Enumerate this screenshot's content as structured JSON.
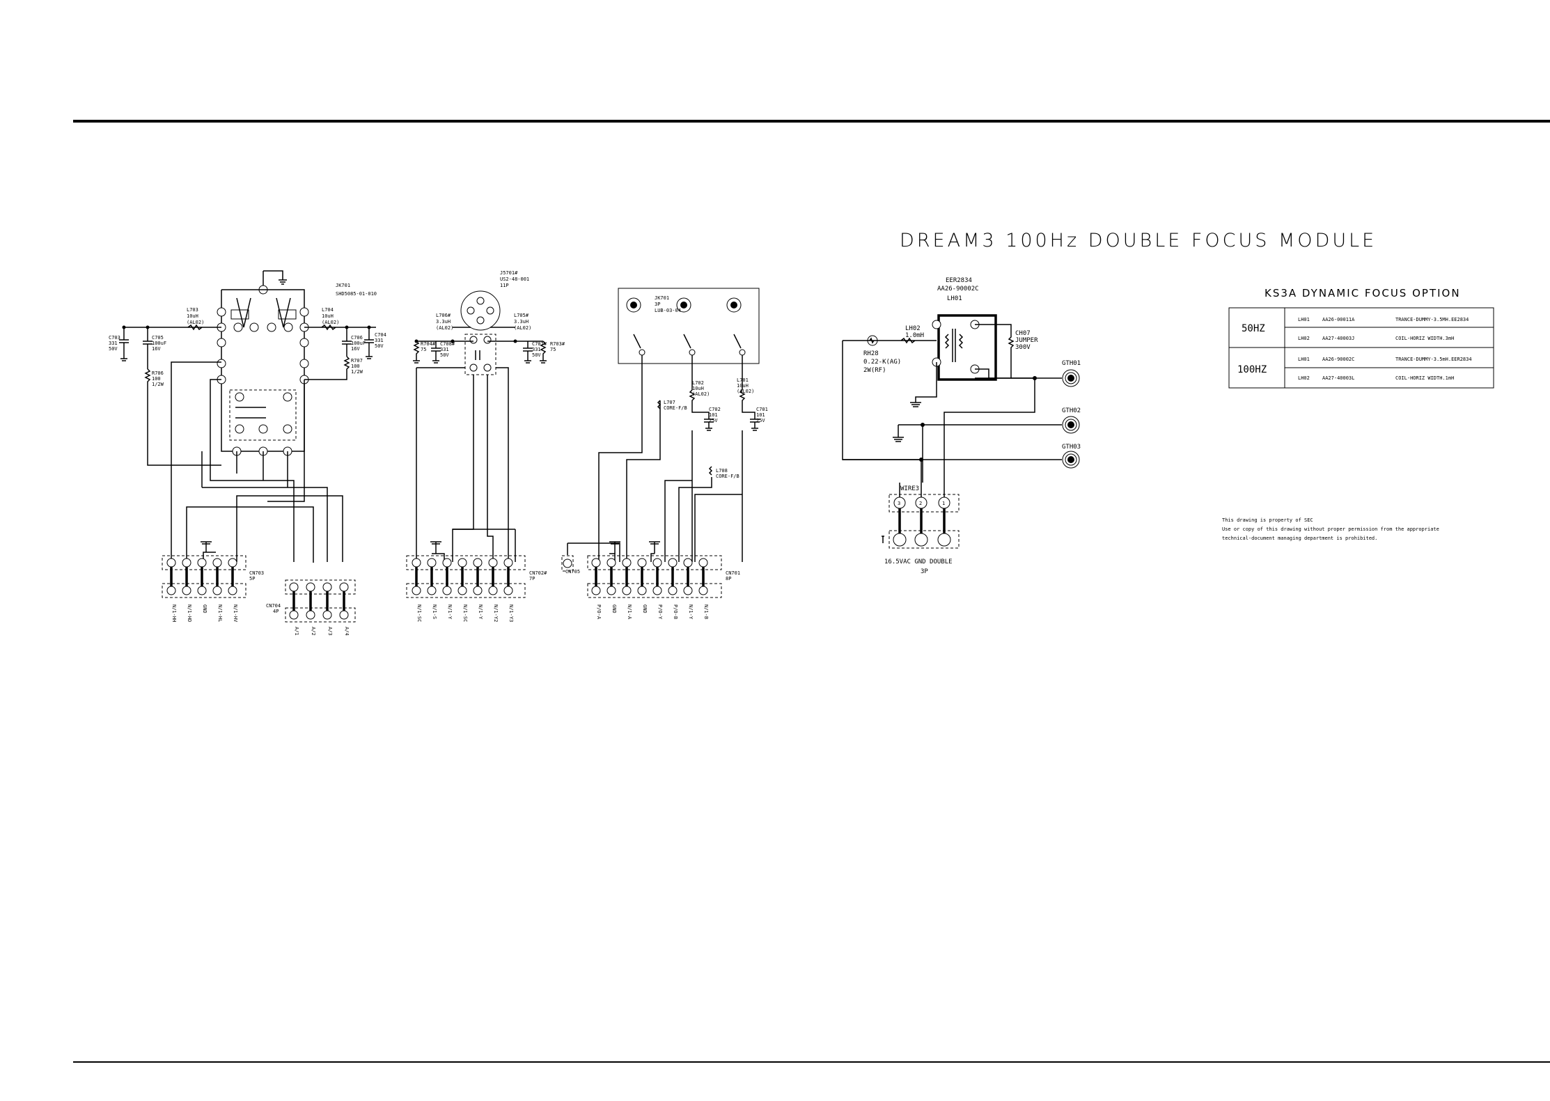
{
  "title": "DREAM3 100Hz DOUBLE FOCUS MODULE",
  "option_table": {
    "title": "KS3A DYNAMIC FOCUS OPTION",
    "rows": [
      {
        "freq": "50HZ",
        "lines": [
          {
            "ref": "LH01",
            "part": "AA26-00011A",
            "desc": "TRANCE-DUMMY-3.5MH.EE2834"
          },
          {
            "ref": "LH02",
            "part": "AA27-40003J",
            "desc": "COIL-HORIZ WIDTH.3mH"
          }
        ]
      },
      {
        "freq": "100HZ",
        "lines": [
          {
            "ref": "LH01",
            "part": "AA26-90002C",
            "desc": "TRANCE-DUMMY-3.5mH.EER2834"
          },
          {
            "ref": "LH02",
            "part": "AA27-40003L",
            "desc": "COIL-HORIZ WIDTH.1mH"
          }
        ]
      }
    ]
  },
  "notice": [
    "This drawing is property of SEC",
    "Use or copy of this drawing without proper permission from the appropriate",
    "technical-document managing department is prohibited."
  ],
  "labels": {
    "jk701": "JK701",
    "jk701_part": "SHD5085-01-010",
    "l703": "L703",
    "l703_v": "10uH",
    "l703_p": "(AL02)",
    "l704": "L704",
    "l704_v": "10uH",
    "l704_p": "(AL02)",
    "c703": "C703",
    "c703_v": "331",
    "c703_r": "50V",
    "c705": "C705",
    "c705_v": "100uF",
    "c705_r": "16V",
    "c706": "C706",
    "c706_v": "100uF",
    "c706_r": "16V",
    "c704": "C704",
    "c704_v": "331",
    "c704_r": "50V",
    "r706": "R706",
    "r706_v": "100",
    "r706_p": "1/2W",
    "r707": "R707",
    "r707_v": "100",
    "r707_p": "1/2W",
    "cn703": "CN703",
    "cn703_p": "5P",
    "cn704": "CN704",
    "cn704_p": "4P",
    "j5701": "J5701#",
    "j5701_part": "US2-48-001",
    "j5701_p": "11P",
    "l706": "L706#",
    "l706_v": "3.3uH",
    "l706_p": "(AL02)",
    "l705": "L705#",
    "l705_v": "3.3uH",
    "l705_p": "(AL02)",
    "r704": "R704#",
    "r704_v": "75",
    "r703": "R703#",
    "r703_v": "75",
    "c708": "C708#",
    "c708_v": "331",
    "c708_r": "50V",
    "c707": "C707#",
    "c707_v": "331",
    "c707_r": "50V",
    "cn702": "CN702#",
    "cn702_p": "7P",
    "jk701b": "JK701",
    "jk701b_p": "3P",
    "jk701b_part": "LUB-03-04",
    "l702": "L702",
    "l702_v": "10uH",
    "l702_p": "(AL02)",
    "l701": "L701",
    "l701_v": "10uH",
    "l701_p": "(AL02)",
    "c702": "C702",
    "c702_v": "101",
    "c702_r": "25V",
    "c701": "C701",
    "c701_v": "101",
    "c701_r": "25V",
    "l707": "L707",
    "l707_v": "CORE-F/B",
    "l708": "L708",
    "l708_v": "CORE-F/B",
    "cn705": "CN705",
    "cn701": "CN701",
    "cn701_p": "8P",
    "eer": "EER2834",
    "eer_part": "AA26-90002C",
    "lh01": "LH01",
    "lh02": "LH02",
    "lh02_v": "1.0mH",
    "ch07": "CH07",
    "ch07_v": "JUMPER",
    "ch07_r": "300V",
    "rh28": "RH28",
    "rh28_v": "0.22-K(AG)",
    "rh28_p": "2W(RF)",
    "gth01": "GTH01",
    "gth02": "GTH02",
    "gth03": "GTH03",
    "wire3": "WIRE3",
    "wire3_pins": "16.5VAC  GND  DOUBLE",
    "wire3_p": "3P"
  },
  "pin_labels": {
    "cn703": [
      "N/1-HH",
      "N/1-HD",
      "GND",
      "N/1-HL",
      "N/1-HV"
    ],
    "cn704": [
      "A/1",
      "A/2",
      "A/3",
      "A/4"
    ],
    "cn702": [
      "N/1-SC",
      "N/1-S",
      "N/1-Y",
      "N/1-SC",
      "N/1-Y",
      "N/1-Y2",
      "N/1-Y3"
    ],
    "cn701": [
      "P/O-A",
      "GND",
      "N/1-A",
      "GND",
      "P/O-Y",
      "P/O-B",
      "N/1-Y",
      "N/1-B"
    ]
  }
}
